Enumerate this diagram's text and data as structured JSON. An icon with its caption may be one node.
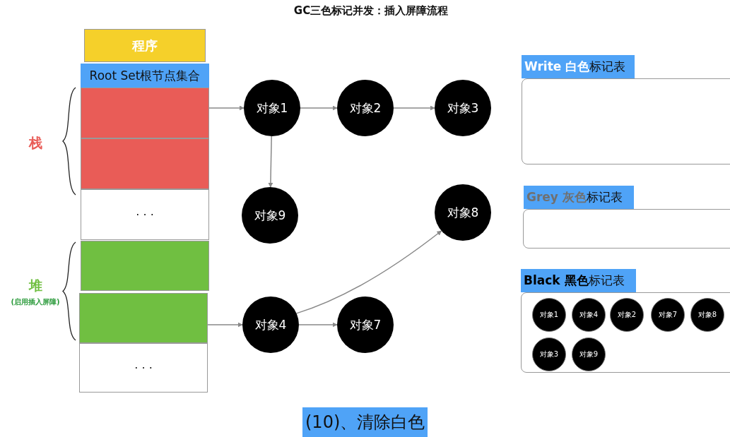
{
  "diagram": {
    "title": "GC三色标记并发：插入屏障流程",
    "caption": "(10)、清除白色",
    "nodes": [
      {
        "text": [
          "程序"
        ]
      },
      {
        "text": [
          "Root Set根节点集合"
        ]
      },
      {
        "text": [],
        "shape": "box"
      },
      {
        "text": [],
        "shape": "box"
      },
      {
        "text": [
          "· · ·"
        ]
      },
      {
        "text": [],
        "shape": "box"
      },
      {
        "text": [],
        "shape": "box"
      },
      {
        "text": [
          "· · ·"
        ]
      },
      {
        "text": [
          "对象1"
        ]
      },
      {
        "text": [
          "对象2"
        ]
      },
      {
        "text": [
          "对象3"
        ]
      },
      {
        "text": [
          "对象9"
        ]
      },
      {
        "text": [
          "对象8"
        ]
      },
      {
        "text": [
          "对象4"
        ]
      },
      {
        "text": [
          "对象7"
        ]
      },
      {
        "text": [
          "Write 白色",
          "标记表"
        ]
      },
      {
        "text": [],
        "shape": "box"
      },
      {
        "text": [
          "Grey 灰色",
          "标记表"
        ]
      },
      {
        "text": [],
        "shape": "box"
      },
      {
        "text": [
          "Black 黑色",
          "标记表"
        ]
      },
      {
        "text": [],
        "shape": "box"
      },
      {
        "text": [
          "对象1"
        ],
        "in": 20
      },
      {
        "text": [
          "对象4"
        ],
        "in": 20
      },
      {
        "text": [
          "对象2"
        ],
        "in": 20
      },
      {
        "text": [
          "对象7"
        ],
        "in": 20
      },
      {
        "text": [
          "对象8"
        ],
        "in": 20
      },
      {
        "text": [
          "对象3"
        ],
        "in": 20
      },
      {
        "text": [
          "对象9"
        ],
        "in": 20
      }
    ],
    "edges": [
      {
        "from": 2,
        "to": 8,
        "arrow": "to"
      },
      {
        "from": 8,
        "to": 9,
        "arrow": "to"
      },
      {
        "from": 9,
        "to": 10,
        "arrow": "to"
      },
      {
        "from": 8,
        "to": 11,
        "arrow": "to"
      },
      {
        "from": 6,
        "to": 13,
        "arrow": "to"
      },
      {
        "from": 13,
        "to": 14,
        "arrow": "to"
      },
      {
        "from": 13,
        "to": 12,
        "arrow": "to"
      }
    ],
    "labels": [
      "栈",
      "堆",
      "(启用插入屏障)"
    ]
  }
}
